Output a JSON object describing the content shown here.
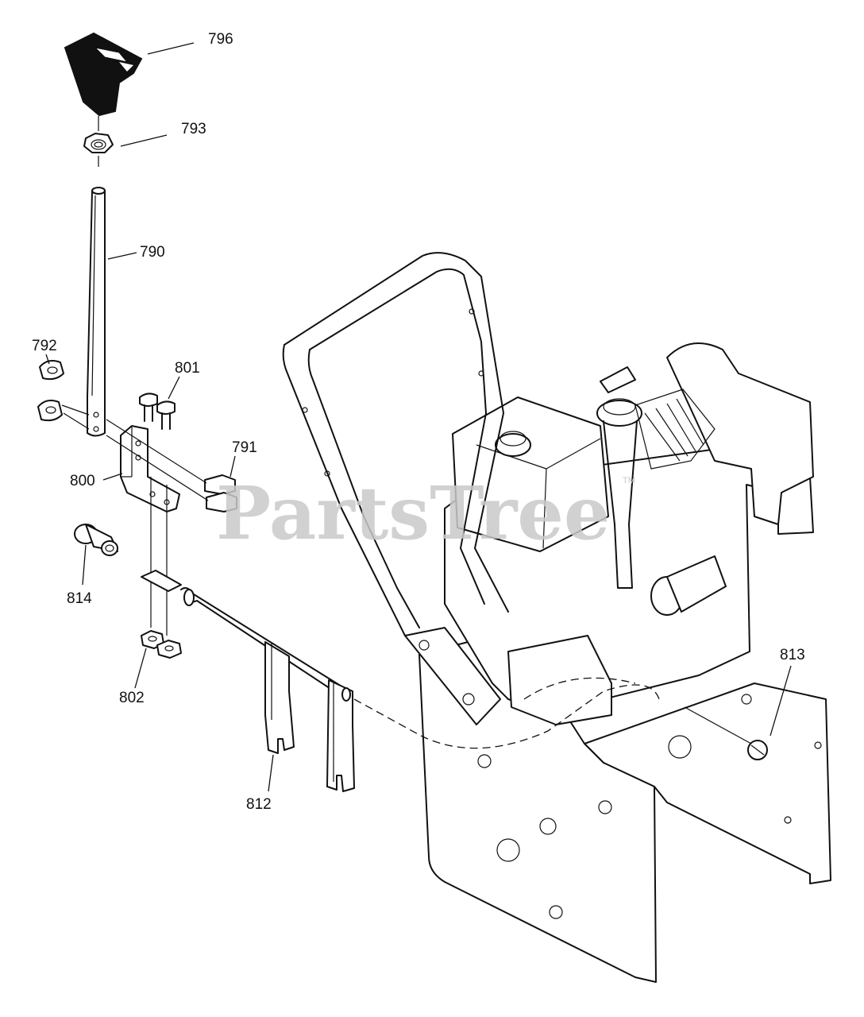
{
  "diagram": {
    "watermark": "PartsTree",
    "watermark_tm": "TM",
    "callouts": [
      {
        "id": "796",
        "label": "796"
      },
      {
        "id": "793",
        "label": "793"
      },
      {
        "id": "790",
        "label": "790"
      },
      {
        "id": "792",
        "label": "792"
      },
      {
        "id": "801",
        "label": "801"
      },
      {
        "id": "791",
        "label": "791"
      },
      {
        "id": "800",
        "label": "800"
      },
      {
        "id": "814",
        "label": "814"
      },
      {
        "id": "802",
        "label": "802"
      },
      {
        "id": "812",
        "label": "812"
      },
      {
        "id": "813",
        "label": "813"
      }
    ]
  }
}
